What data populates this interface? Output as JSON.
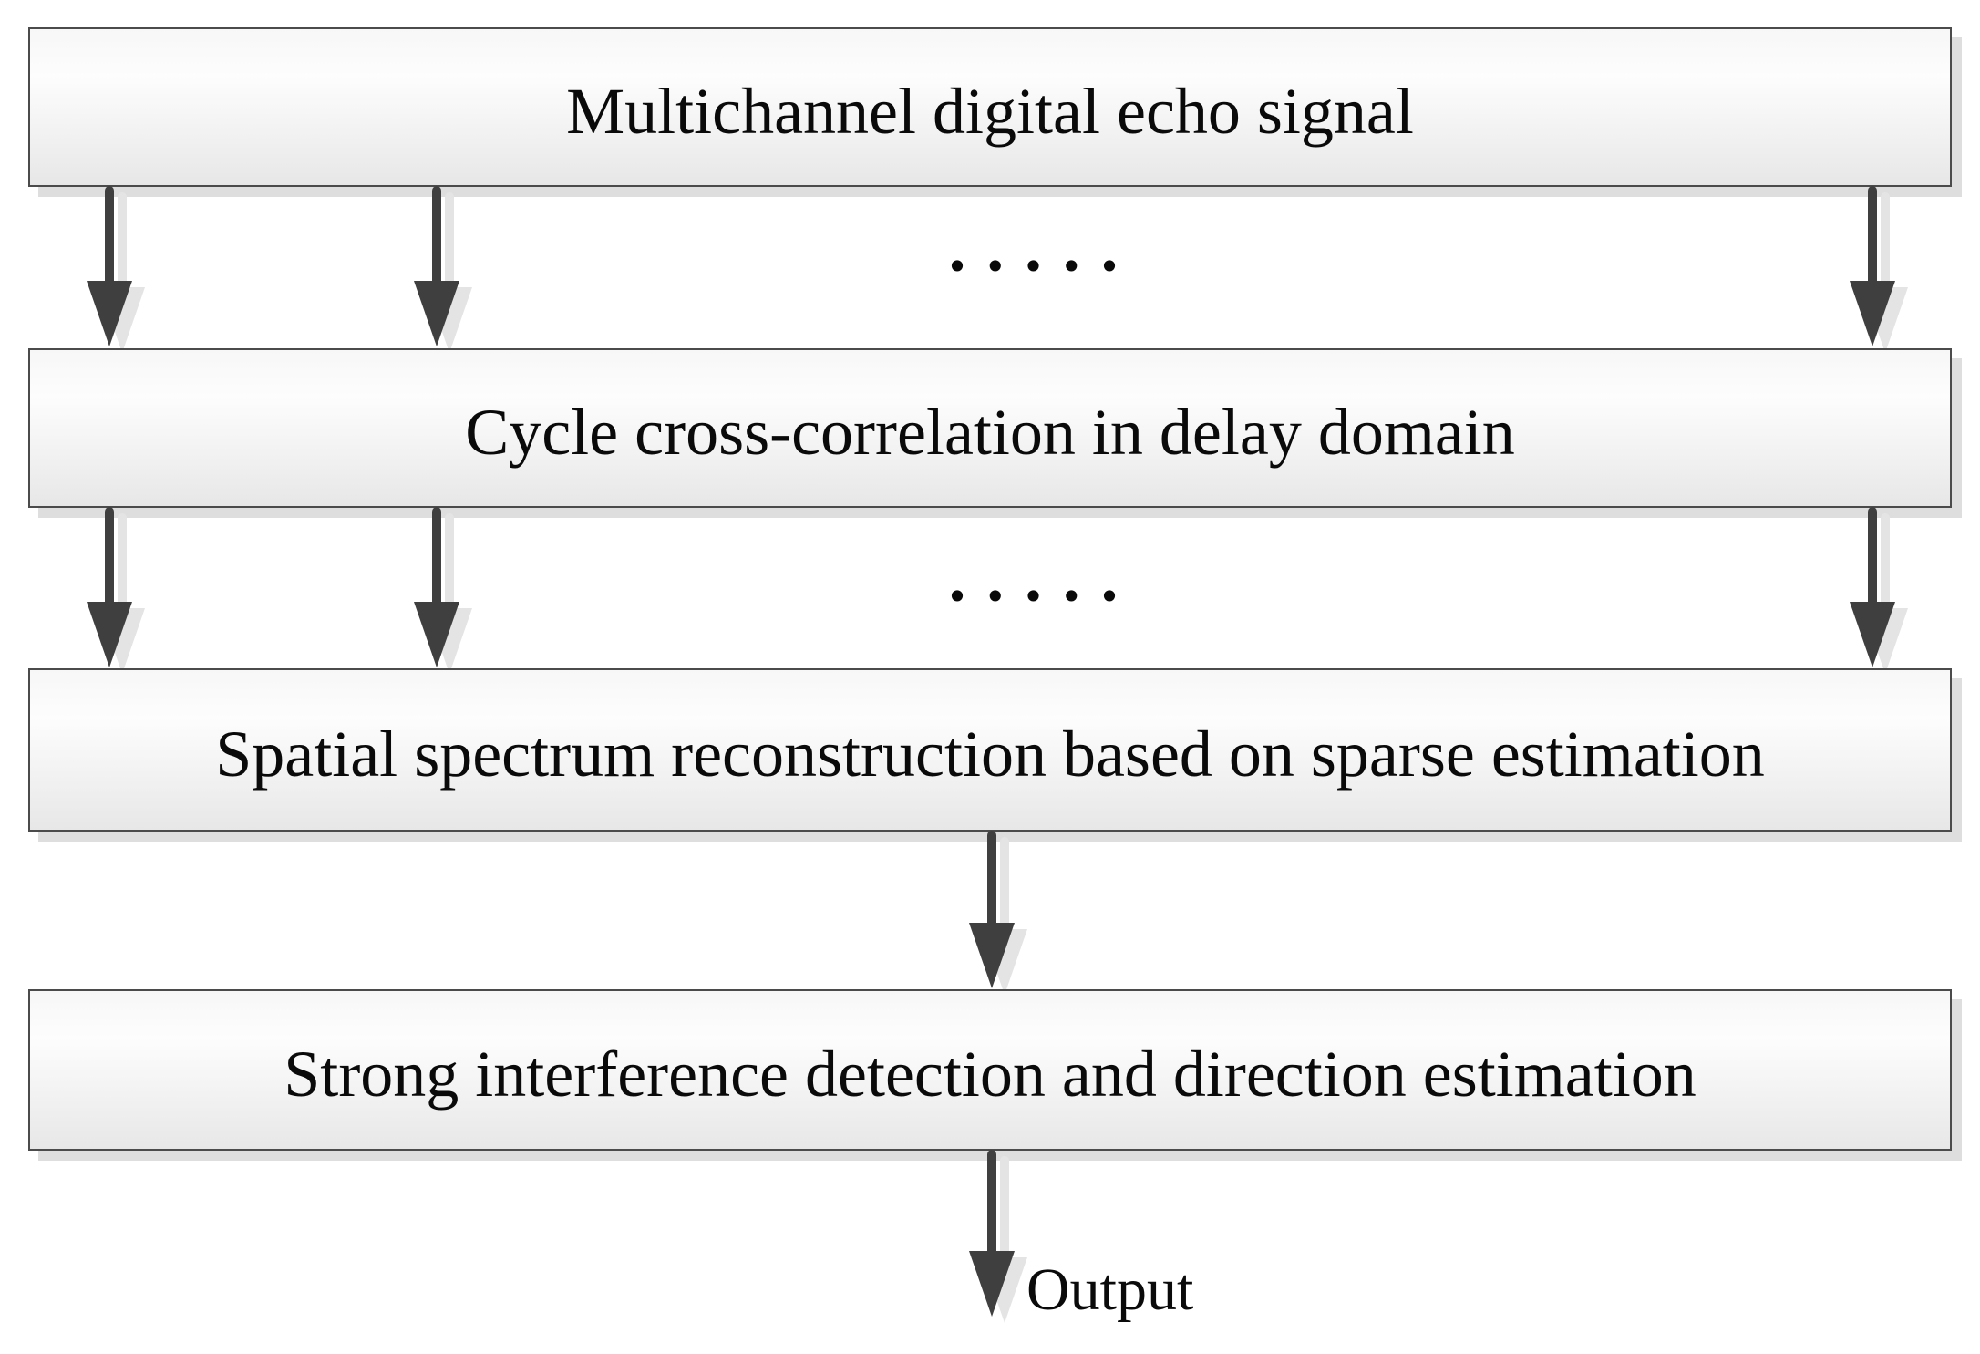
{
  "figure": {
    "boxes": [
      {
        "label": "Multichannel digital echo signal"
      },
      {
        "label": "Cycle cross-correlation in delay domain"
      },
      {
        "label": "Spatial spectrum reconstruction based on sparse estimation"
      },
      {
        "label": "Strong interference detection and direction estimation"
      }
    ],
    "gap1": {
      "arrow_count": 3,
      "ellipsis": "•••••"
    },
    "gap2": {
      "arrow_count": 3,
      "ellipsis": "•••••"
    },
    "gap3": {
      "arrow_count": 1
    },
    "output": {
      "label": "Output"
    },
    "colors": {
      "arrow": "#3f3f3f",
      "box_border": "#4b4b4b",
      "box_fill_top": "#f7f7f7",
      "box_fill_bottom": "#e7e7e7",
      "box_shadow": "#dedede",
      "arrow_shadow": "#e4e4e4",
      "text": "#0a0a0a"
    }
  }
}
